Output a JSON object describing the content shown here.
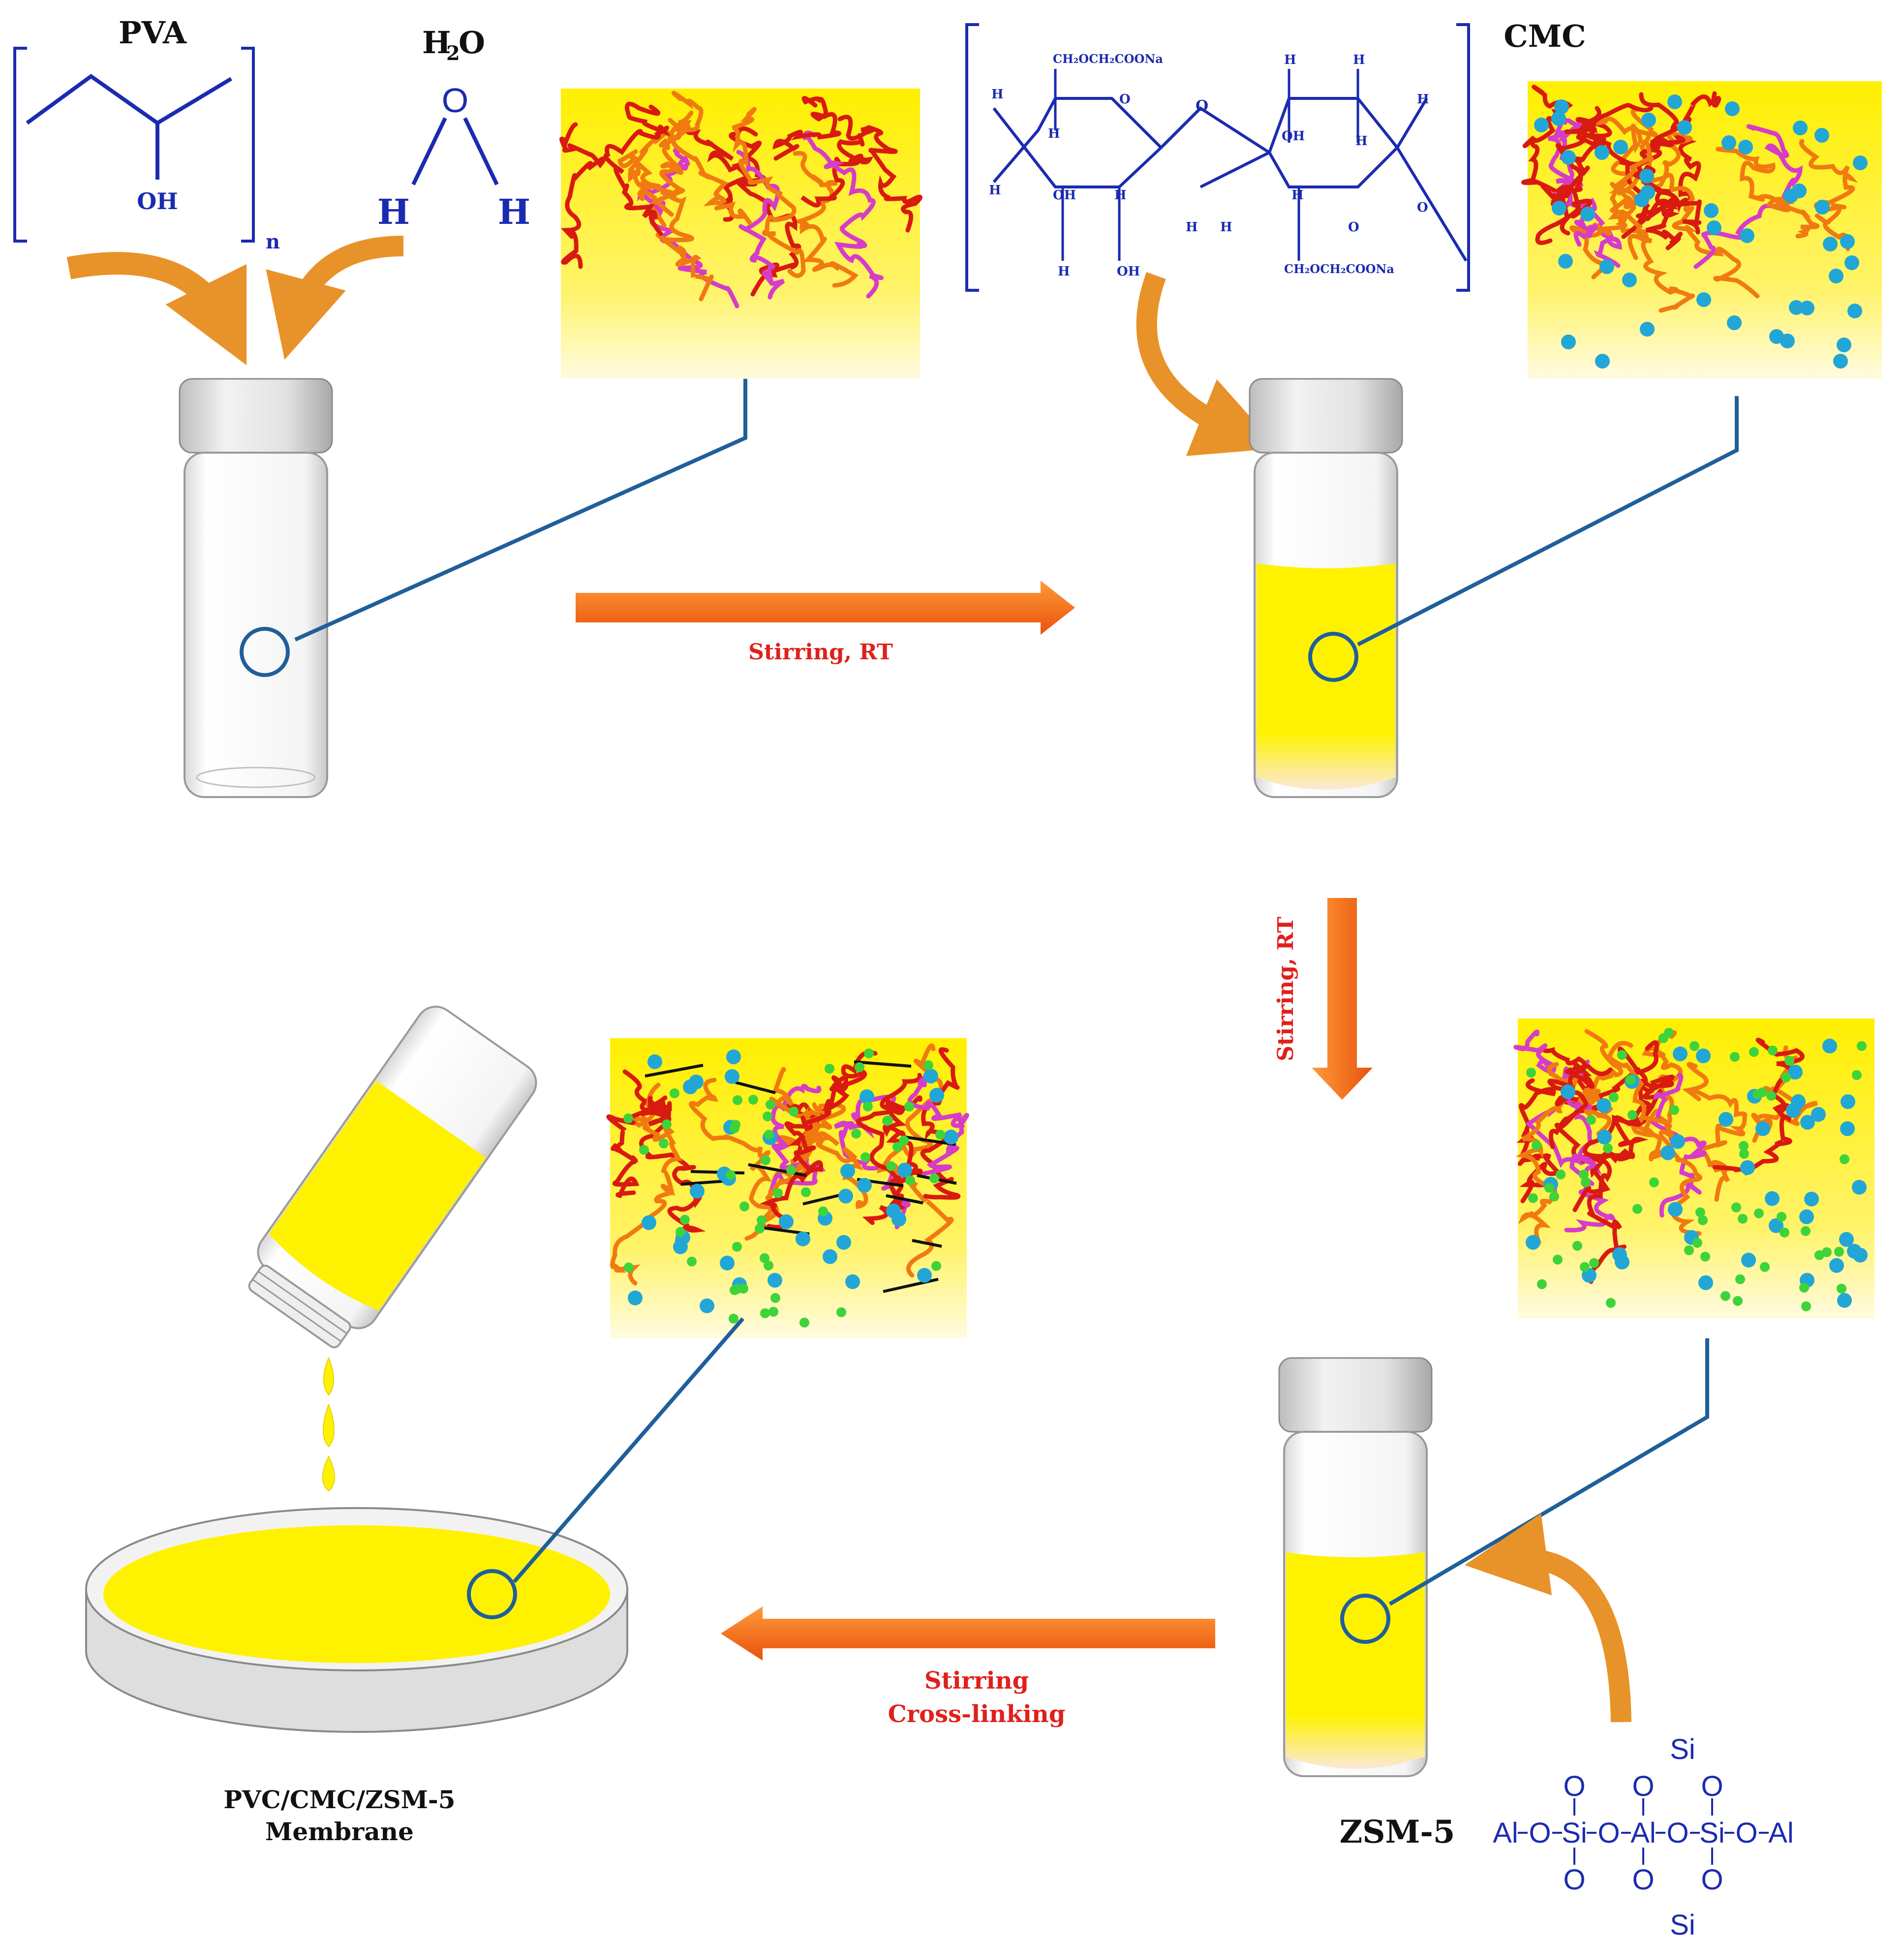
{
  "labels": {
    "pva": "PVA",
    "pva_sub": "n",
    "pva_oh": "OH",
    "h2o_h": "H",
    "h2o_2": "2",
    "h2o_o": "O",
    "water_o": "O",
    "water_h1": "H",
    "water_h2": "H",
    "cmc": "CMC",
    "cmc_top_group": "CH₂OCH₂COONa",
    "cmc_bottom_group": "CH₂OCH₂COONa",
    "cmc_atoms": {
      "h1": "H",
      "o1": "O",
      "h2": "H",
      "oh1": "OH",
      "h3": "H",
      "oh2": "OH",
      "h4": "H",
      "h5": "H",
      "o2": "O",
      "h6": "H",
      "oh3": "OH",
      "h7": "H",
      "h8": "H",
      "h9": "H",
      "oh4": "OH",
      "h10": "H",
      "o3": "O",
      "h11": "H",
      "o4": "O",
      "h12": "H"
    },
    "stirring_rt_1": "Stirring, RT",
    "stirring_rt_2": "Stirring, RT",
    "stirring": "Stirring",
    "cross_linking": "Cross-linking",
    "membrane_line1": "PVC/CMC/ZSM-5",
    "membrane_line2": "Membrane",
    "zsm5": "ZSM-5",
    "zsm_top_si": "Si",
    "zsm_bottom_si": "Si",
    "zsm_chain": [
      "Al",
      "O",
      "Si",
      "O",
      "Al",
      "O",
      "Si",
      "O",
      "Al"
    ],
    "zsm_o": "O"
  },
  "colors": {
    "label_red": "#e0201b",
    "structure_blue": "#1b2bb0",
    "line_blue": "#1f5f9a",
    "arrow_orange": "#f07020",
    "curved_arrow": "#e8922a",
    "solution_yellow": "#ffef00",
    "chain_red": "#d91a10",
    "chain_orange": "#f07a10",
    "chain_magenta": "#d63cc8",
    "dot_blue": "#22a6d6",
    "dot_green": "#3ed33a"
  }
}
